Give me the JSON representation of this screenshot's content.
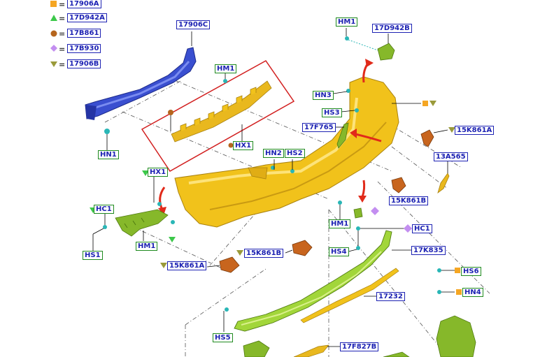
{
  "legend": [
    {
      "symbol": "square-orange",
      "code": "17906A",
      "equals": "="
    },
    {
      "symbol": "triangle-green",
      "code": "17D942A",
      "equals": "="
    },
    {
      "symbol": "circle-brown",
      "code": "17B861",
      "equals": "="
    },
    {
      "symbol": "diamond-violet",
      "code": "17B930",
      "equals": "="
    },
    {
      "symbol": "triangle-olive",
      "code": "17906B",
      "equals": "="
    }
  ],
  "part_labels": {
    "rebar": "17906C",
    "hm1_top": "HM1",
    "hx1_center": "HX1",
    "hn1": "HN1",
    "hm1_right": "HM1",
    "bracket_17d942b": "17D942B",
    "hn3": "HN3",
    "hs3": "HS3",
    "part_17f765": "17F765",
    "bracket_15k861a_right": "15K861A",
    "part_13a565": "13A565",
    "hn2": "HN2",
    "hs2": "HS2",
    "hx1_left": "HX1",
    "hc1_left": "HC1",
    "hs1": "HS1",
    "hm1_left": "HM1",
    "bracket_15k861b_right": "15K861B",
    "hm1_mid": "HM1",
    "hc1_right": "HC1",
    "hs4": "HS4",
    "part_17k835": "17K835",
    "bracket_15k861b_center": "15K861B",
    "bracket_15k861a_left": "15K861A",
    "hs6": "HS6",
    "hn4": "HN4",
    "part_17232": "17232",
    "hs5": "HS5",
    "part_17f827b": "17F827B"
  },
  "colors": {
    "square": "#f5a623",
    "triangle_green": "#3cc84a",
    "circle_brown": "#b5651d",
    "diamond": "#c38ef0",
    "triangle_olive": "#9a9a3a",
    "rebar": "#3a4fd0",
    "fascia": "#f1c21b",
    "green_part": "#86b82a",
    "bracket": "#c8651e",
    "callout_box": "#d22020",
    "arrow": "#e12a1a",
    "label_text": "#1d22b3",
    "fastener": "#29b6b6"
  }
}
